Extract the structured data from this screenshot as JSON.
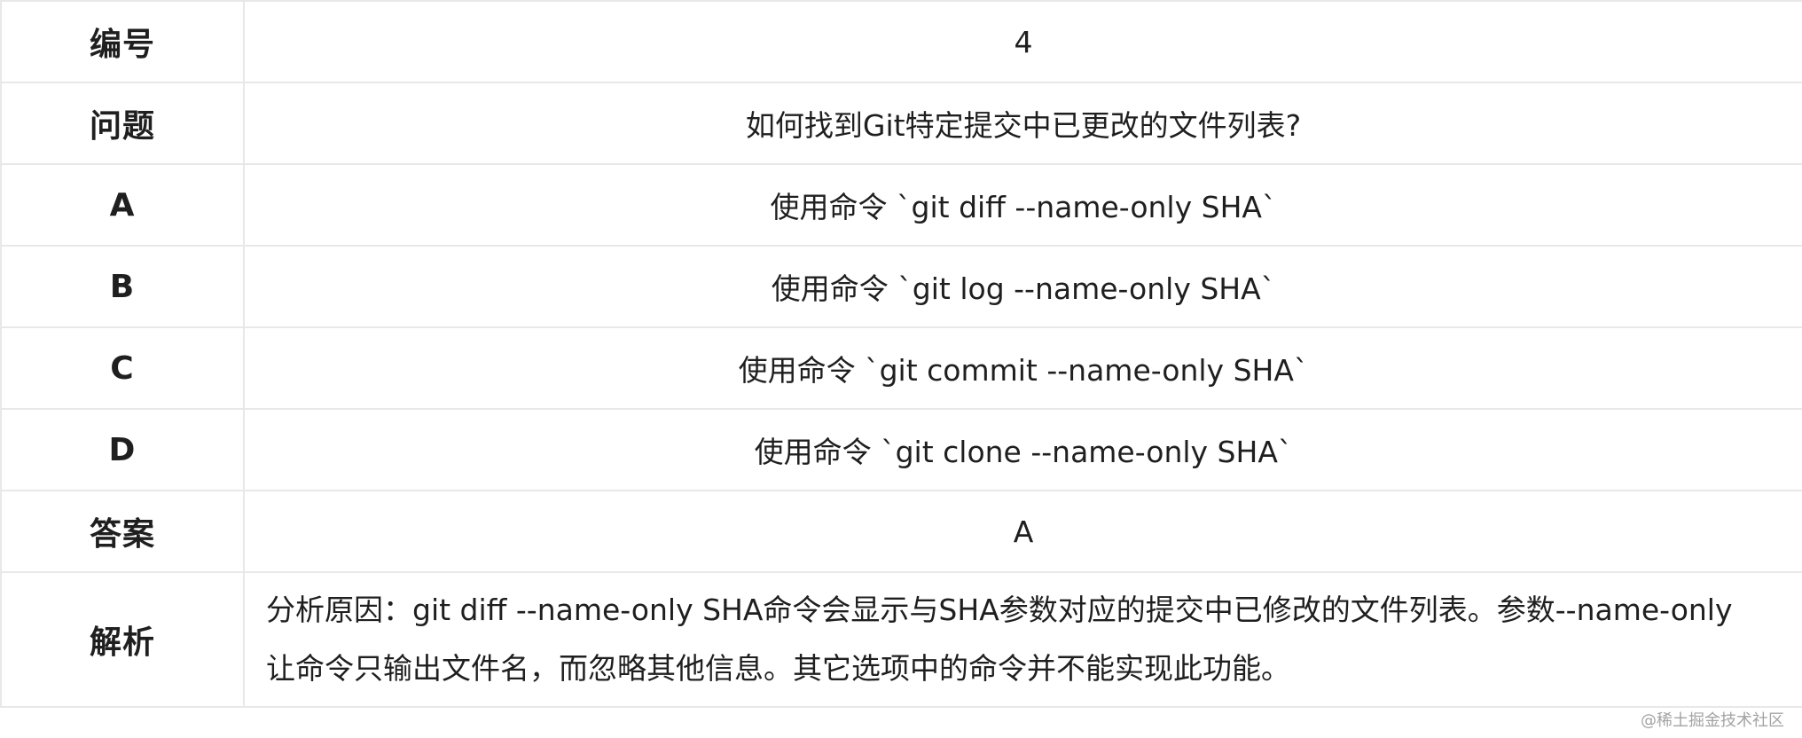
{
  "table": {
    "rows": [
      {
        "label": "编号",
        "value": "4"
      },
      {
        "label": "问题",
        "value": "如何找到Git特定提交中已更改的文件列表?"
      },
      {
        "label": "A",
        "value": "使用命令 `git diff --name-only SHA`"
      },
      {
        "label": "B",
        "value": "使用命令 `git log --name-only SHA`"
      },
      {
        "label": "C",
        "value": "使用命令 `git commit --name-only SHA`"
      },
      {
        "label": "D",
        "value": "使用命令 `git clone --name-only SHA`"
      },
      {
        "label": "答案",
        "value": "A"
      },
      {
        "label": "解析",
        "value": "分析原因：git diff --name-only SHA命令会显示与SHA参数对应的提交中已修改的文件列表。参数--name-only让命令只输出文件名，而忽略其他信息。其它选项中的命令并不能实现此功能。"
      }
    ]
  },
  "watermark": "@稀土掘金技术社区"
}
